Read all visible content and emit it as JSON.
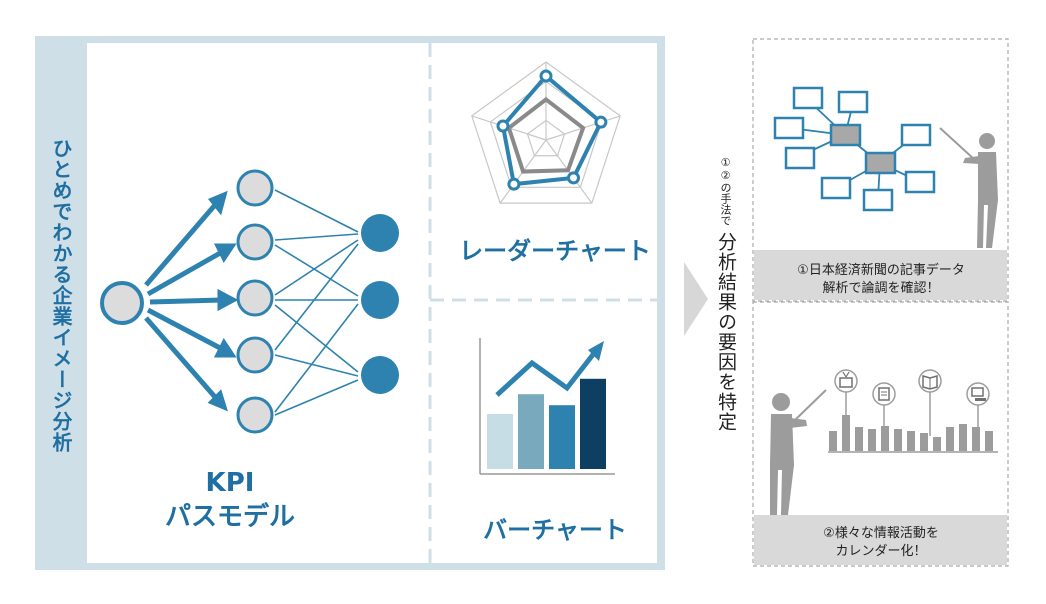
{
  "sidebar": {
    "label": "ひとめでわかる企業イメージ分析"
  },
  "kpi": {
    "line1": "KPI",
    "line2": "パスモデル"
  },
  "radar": {
    "title": "レーダーチャート",
    "values": [
      0.82,
      0.74,
      0.6,
      0.7,
      0.58
    ],
    "inner_values": [
      0.52,
      0.5,
      0.48,
      0.5,
      0.5
    ]
  },
  "bar": {
    "title": "バーチャート",
    "values": [
      0.5,
      0.68,
      0.58,
      0.82
    ]
  },
  "method": {
    "small": "①②の手法で",
    "main": "分析結果の要因を特定"
  },
  "panel1": {
    "line1": "①日本経済新聞の記事データ",
    "line2": "解析で論調を確認！"
  },
  "panel2": {
    "line1": "②様々な情報活動を",
    "line2": "カレンダー化！"
  },
  "colors": {
    "accent": "#1f6fa3",
    "frame": "#cfdfe7",
    "bar1": "#c6dde6",
    "bar2": "#79a9bd",
    "bar3": "#2e82b0",
    "bar4": "#0f3e63"
  },
  "icons": [
    "tv-icon",
    "calendar-icon",
    "newspaper-icon",
    "computer-icon",
    "presenter-icon"
  ]
}
